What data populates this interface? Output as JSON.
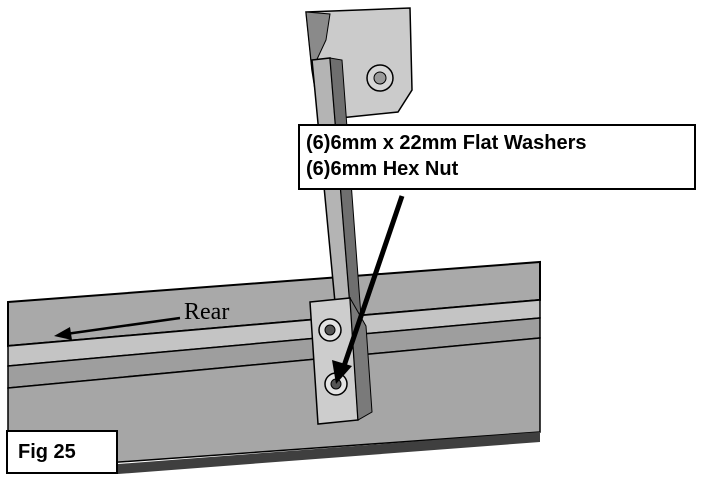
{
  "callout": {
    "line1": "(6)6mm x 22mm Flat Washers",
    "line2": "(6)6mm Hex Nut"
  },
  "direction_label": "Rear",
  "figure_label": "Fig 25",
  "colors": {
    "rail_face": "#a6a6a6",
    "rail_dark": "#4a4a4a",
    "bracket_face": "#c9c9c9",
    "outline": "#000000"
  }
}
